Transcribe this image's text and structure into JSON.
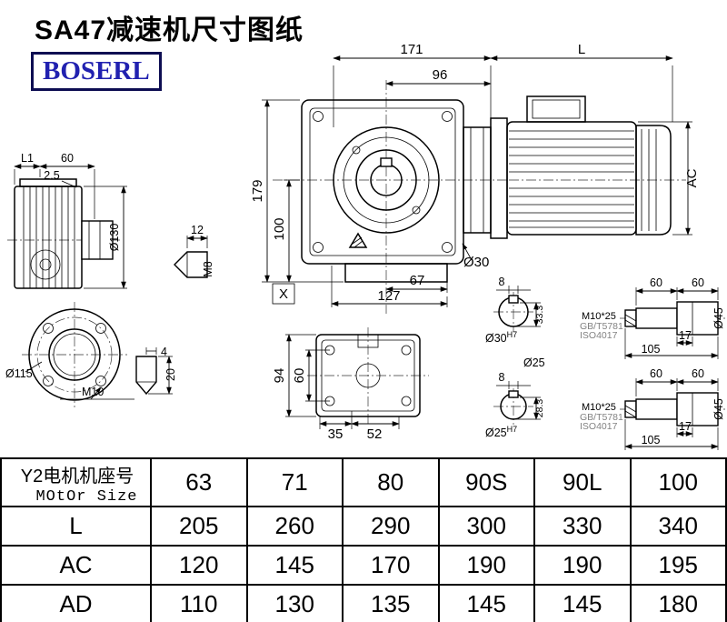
{
  "page": {
    "title": "SA47减速机尺寸图纸",
    "logo": "BOSERL"
  },
  "dims": {
    "front_width": "171",
    "front_flange": "96",
    "motor_length": "L",
    "front_height": "179",
    "front_bottom_height": "100",
    "motor_height": "AC",
    "shaft_bore": "Ø30",
    "bottom_hole_span": "67",
    "bottom_width": "127",
    "section_mark": "X",
    "side_l1": "L1",
    "side_60": "60",
    "side_25": "2.5",
    "side_dia": "Ø130",
    "key1_len": "12",
    "key1_thread": "M8",
    "flange_dia": "Ø115",
    "flange_thread": "M10",
    "key2_w": "4",
    "key2_h": "20",
    "bottom_view_h": "94",
    "bottom_view_60": "60",
    "bottom_view_35": "35",
    "bottom_view_52": "52",
    "sec1_key": "8",
    "sec1_depth": "33.3",
    "sec1_dia": "Ø30",
    "sec1_tol": "H7",
    "sec2_label": "Ø25",
    "sec2_key": "8",
    "sec2_depth": "28.3",
    "sec2_dia": "Ø25",
    "sec2_tol": "H7",
    "shaft1_60a": "60",
    "shaft1_60b": "60",
    "shaft1_bolt": "M10*25",
    "shaft1_std1": "GB/T5781",
    "shaft1_std2": "ISO4017",
    "shaft1_17": "17",
    "shaft1_105": "105",
    "shaft1_dia": "Ø45",
    "shaft2_60a": "60",
    "shaft2_60b": "60",
    "shaft2_bolt": "M10*25",
    "shaft2_std1": "GB/T5781",
    "shaft2_std2": "ISO4017",
    "shaft2_17": "17",
    "shaft2_105": "105",
    "shaft2_dia": "Ø45"
  },
  "table": {
    "motor_size_cn": "Y2电机机座号",
    "motor_size_en": "MOtOr Size",
    "sizes": [
      "63",
      "71",
      "80",
      "90S",
      "90L",
      "100"
    ],
    "rows": [
      {
        "label": "L",
        "values": [
          "205",
          "260",
          "290",
          "300",
          "330",
          "340"
        ]
      },
      {
        "label": "AC",
        "values": [
          "120",
          "145",
          "170",
          "190",
          "190",
          "195"
        ]
      },
      {
        "label": "AD",
        "values": [
          "110",
          "130",
          "135",
          "145",
          "145",
          "180"
        ]
      }
    ]
  }
}
